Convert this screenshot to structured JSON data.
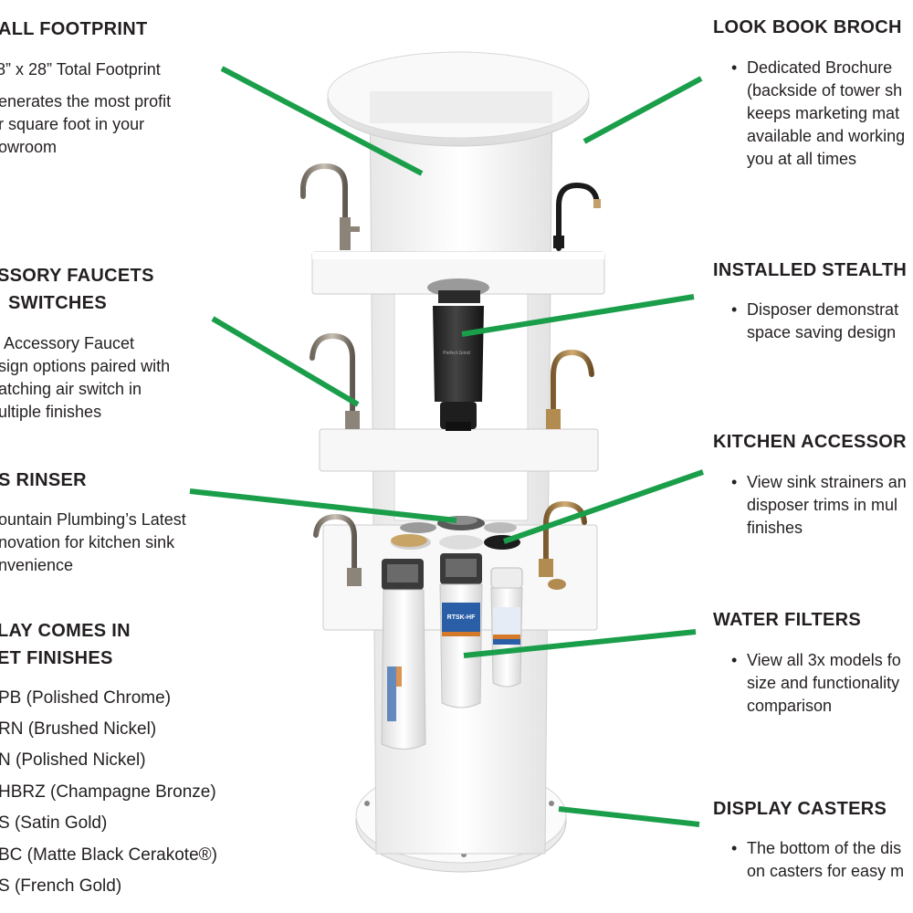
{
  "left": {
    "footprint": {
      "heading": "ALL FOOTPRINT",
      "lines": [
        "8” x 28” Total Footprint",
        "enerates the most profit",
        "r square foot in your",
        "owroom"
      ]
    },
    "faucets": {
      "heading_lines": [
        "SSORY FAUCETS",
        "SWITCHES"
      ],
      "lines": [
        "Accessory Faucet",
        "sign options paired with",
        "atching air switch in",
        "ultiple finishes"
      ]
    },
    "rinser": {
      "heading": "S RINSER",
      "lines": [
        "ountain Plumbing’s Latest",
        "novation for kitchen sink",
        "nvenience"
      ]
    },
    "finishes": {
      "heading_lines": [
        "LAY COMES IN",
        "ET FINISHES"
      ],
      "items": [
        "PB (Polished Chrome)",
        "RN (Brushed Nickel)",
        "N (Polished Nickel)",
        "HBRZ (Champagne Bronze)",
        "S (Satin Gold)",
        "BC (Matte Black Cerakote®)",
        "S (French Gold)"
      ]
    }
  },
  "right": {
    "lookbook": {
      "heading": "LOOK BOOK BROCH",
      "lines": [
        "Dedicated Brochure",
        "(backside of tower sh",
        "keeps marketing mat",
        "available and working",
        "you at all times"
      ]
    },
    "stealth": {
      "heading": "INSTALLED STEALTH",
      "lines": [
        "Disposer demonstrat",
        "space saving design"
      ]
    },
    "kitchen": {
      "heading": "KITCHEN ACCESSOR",
      "lines": [
        "View sink strainers an",
        "disposer trims in mul",
        "finishes"
      ]
    },
    "filters": {
      "heading": "WATER FILTERS",
      "lines": [
        "View all 3x models fo",
        "size and functionality",
        "comparison"
      ]
    },
    "casters": {
      "heading": "DISPLAY CASTERS",
      "lines": [
        "The bottom of the dis",
        "on casters for easy m"
      ]
    }
  },
  "bullet_char": "•",
  "colors": {
    "leader": "#1a9e4a",
    "text": "#231f20",
    "panel": "#f4f4f4"
  },
  "illustration": {
    "filter1_label": "",
    "filter2_label": "RTSK-HF",
    "disposer_label": "Perfect Grind"
  }
}
